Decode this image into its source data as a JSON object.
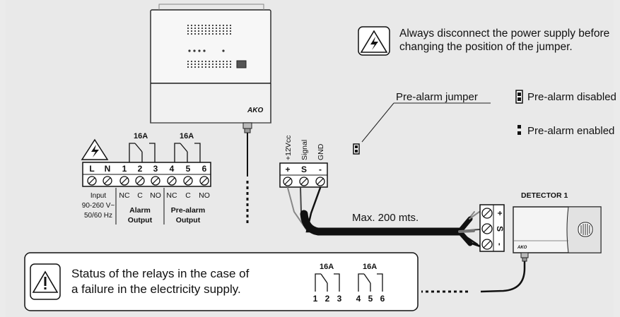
{
  "warning_note": {
    "line1": "Always disconnect the power supply before",
    "line2": "changing the position of the jumper."
  },
  "jumper": {
    "label": "Pre-alarm jumper",
    "disabled_label": "Pre-alarm disabled",
    "enabled_label": "Pre-alarm enabled"
  },
  "controller": {
    "brand": "AKO",
    "terminal_labels": [
      "L",
      "N",
      "1",
      "2",
      "3",
      "4",
      "5",
      "6"
    ],
    "relay_rating": "16A",
    "contact_labels": [
      "NC",
      "C",
      "NO",
      "NC",
      "C",
      "NO"
    ],
    "input_lines": [
      "Input",
      "90-260 V~",
      "50/60 Hz"
    ],
    "alarm_output": [
      "Alarm",
      "Output"
    ],
    "prealarm_output": [
      "Pre-alarm",
      "Output"
    ]
  },
  "sensor_block": {
    "wire_labels": [
      "+12Vcc",
      "Signal",
      "GND"
    ],
    "terminal_signs": [
      "+",
      "S",
      "-"
    ]
  },
  "cable": {
    "length_label": "Max. 200 mts."
  },
  "detector": {
    "title": "DETECTOR 1",
    "brand": "AKO",
    "terminal_signs": [
      "+",
      "S",
      "-"
    ]
  },
  "failure_note": {
    "line1": "Status of the relays in the case of",
    "line2": "a failure in the electricity supply.",
    "relay_rating": "16A",
    "terminal_numbers": [
      "1",
      "2",
      "3",
      "4",
      "5",
      "6"
    ]
  }
}
